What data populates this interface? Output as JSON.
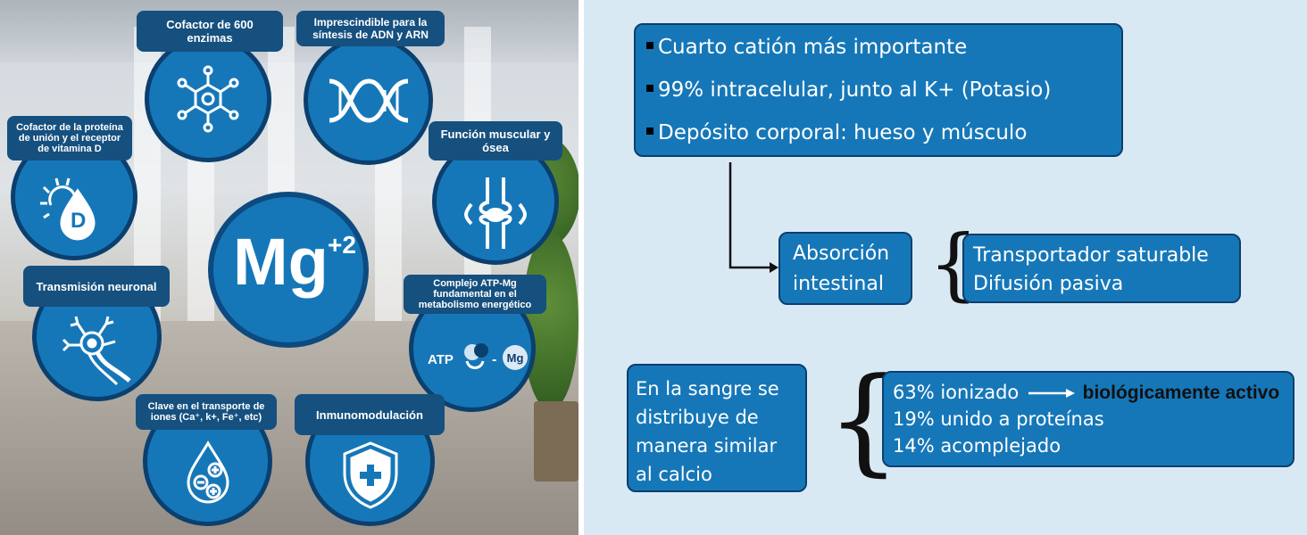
{
  "center": {
    "symbol": "Mg",
    "charge": "+2"
  },
  "roles": {
    "enzymes": "Cofactor de 600 enzimas",
    "dna": "Imprescindible para la síntesis de ADN y ARN",
    "vitamin_d": "Cofactor de la proteína de unión y el receptor de vitamina D",
    "muscle": "Función muscular y ósea",
    "neuronal": "Transmisión neuronal",
    "atp": "Complejo ATP-Mg fundamental en el metabolismo energético",
    "ions": "Clave en el transporte de iones (Ca⁺, k+, Fe⁺, etc)",
    "immuno": "Inmunomodulación"
  },
  "icon_labels": {
    "atp": "ATP",
    "dash": "-",
    "mg": "Mg",
    "d": "D"
  },
  "facts": [
    "Cuarto catión más importante",
    "99% intracelular, junto al K+ (Potasio)",
    "Depósito corporal: hueso y músculo"
  ],
  "absorption": {
    "title_line1": "Absorción",
    "title_line2": "intestinal",
    "mechanisms": [
      "Transportador saturable",
      "Difusión pasiva"
    ]
  },
  "blood": {
    "title_lines": [
      "En la sangre se",
      "distribuye de",
      "manera similar",
      "al calcio"
    ],
    "ionized": "63% ionizado",
    "active": "biológicamente activo",
    "protein": "19% unido a proteínas",
    "complexed": "14% acomplejado"
  },
  "colors": {
    "circle_blue": "#1677b8",
    "dark_blue": "#0b3f6e",
    "label_blue": "#15507f",
    "panel_bg": "#d9e9f4"
  }
}
